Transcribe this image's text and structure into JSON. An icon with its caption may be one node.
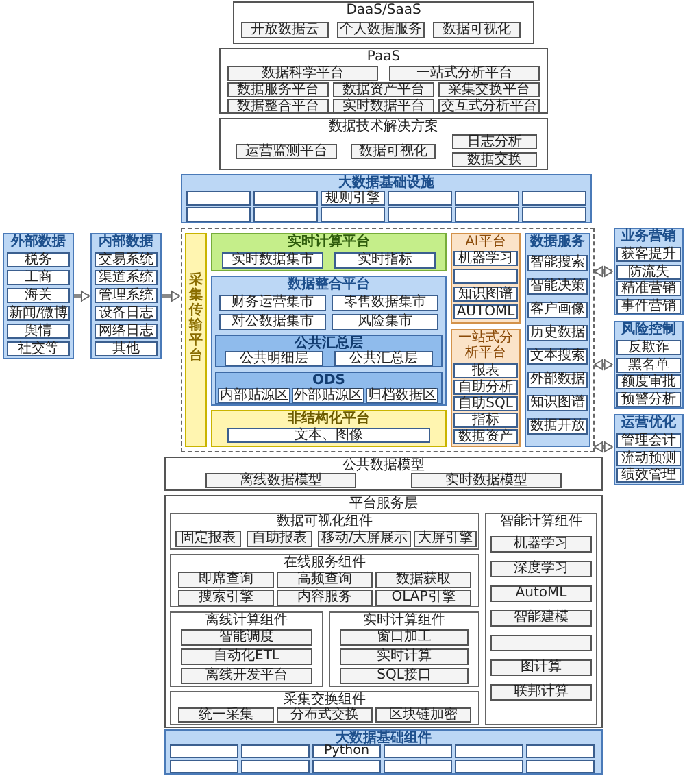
{
  "diagram": {
    "nodes": [
      {
        "text": [
          "DaaS/SaaS"
        ]
      },
      {
        "text": [
          "开放数据云"
        ],
        "in": 0
      },
      {
        "text": [
          "个人数据服务"
        ],
        "in": 0
      },
      {
        "text": [
          "数据可视化"
        ],
        "in": 0
      },
      {
        "text": [
          "PaaS"
        ]
      },
      {
        "text": [
          "数据科学平台"
        ],
        "in": 4
      },
      {
        "text": [
          "一站式分析平台"
        ],
        "in": 4
      },
      {
        "text": [
          "数据服务平台"
        ],
        "in": 4
      },
      {
        "text": [
          "数据资产平台"
        ],
        "in": 4
      },
      {
        "text": [
          "采集交换平台"
        ],
        "in": 4
      },
      {
        "text": [
          "数据整合平台"
        ],
        "in": 4
      },
      {
        "text": [
          "实时数据平台"
        ],
        "in": 4
      },
      {
        "text": [
          "交互式分析平台"
        ],
        "in": 4
      },
      {
        "text": [
          "数据技术解决方案"
        ]
      },
      {
        "text": [
          "日志分析"
        ],
        "in": 13
      },
      {
        "text": [
          "运营监测平台"
        ],
        "in": 13
      },
      {
        "text": [
          "数据可视化"
        ],
        "in": 13
      },
      {
        "text": [
          "数据交换"
        ],
        "in": 13
      },
      {
        "text": [
          "大数据基础设施"
        ]
      },
      {
        "text": [],
        "shape": "box",
        "in": 18
      },
      {
        "text": [],
        "shape": "box",
        "in": 18
      },
      {
        "text": [
          "规则引擎"
        ],
        "in": 18
      },
      {
        "text": [],
        "shape": "box",
        "in": 18
      },
      {
        "text": [],
        "shape": "box",
        "in": 18
      },
      {
        "text": [],
        "shape": "box",
        "in": 18
      },
      {
        "text": [],
        "shape": "box",
        "in": 18
      },
      {
        "text": [],
        "shape": "box",
        "in": 18
      },
      {
        "text": [],
        "shape": "box",
        "in": 18
      },
      {
        "text": [],
        "shape": "box",
        "in": 18
      },
      {
        "text": [],
        "shape": "box",
        "in": 18
      },
      {
        "text": [],
        "shape": "box",
        "in": 18
      },
      {
        "text": [
          "外部数据"
        ]
      },
      {
        "text": [
          "税务"
        ],
        "in": 31
      },
      {
        "text": [
          "工商"
        ],
        "in": 31
      },
      {
        "text": [
          "海关"
        ],
        "in": 31
      },
      {
        "text": [
          "新闻/微博"
        ],
        "in": 31
      },
      {
        "text": [
          "舆情"
        ],
        "in": 31
      },
      {
        "text": [
          "社交等"
        ],
        "in": 31
      },
      {
        "text": [
          "内部数据"
        ]
      },
      {
        "text": [
          "交易系统"
        ],
        "in": 38
      },
      {
        "text": [
          "渠道系统"
        ],
        "in": 38
      },
      {
        "text": [
          "管理系统"
        ],
        "in": 38
      },
      {
        "text": [
          "设备日志"
        ],
        "in": 38
      },
      {
        "text": [
          "网络日志"
        ],
        "in": 38
      },
      {
        "text": [
          "其他"
        ],
        "in": 38
      },
      {
        "text": [],
        "shape": "box"
      },
      {
        "text": [
          "采集传输平台"
        ],
        "in": 45
      },
      {
        "text": [
          "实时计算平台"
        ],
        "in": 45
      },
      {
        "text": [
          "实时数据集市"
        ],
        "in": 47
      },
      {
        "text": [
          "实时指标"
        ],
        "in": 47
      },
      {
        "text": [
          "数据整合平台"
        ],
        "in": 45
      },
      {
        "text": [
          "财务运营集市"
        ],
        "in": 50
      },
      {
        "text": [
          "零售数据集市"
        ],
        "in": 50
      },
      {
        "text": [
          "对公数据集市"
        ],
        "in": 50
      },
      {
        "text": [
          "风险集市"
        ],
        "in": 50
      },
      {
        "text": [
          "公共汇总层"
        ],
        "in": 50
      },
      {
        "text": [
          "公共明细层"
        ],
        "in": 55
      },
      {
        "text": [
          "公共汇总层"
        ],
        "in": 55
      },
      {
        "text": [
          "ODS"
        ],
        "in": 50
      },
      {
        "text": [
          "内部贴源区"
        ],
        "in": 58
      },
      {
        "text": [
          "外部贴源区"
        ],
        "in": 58
      },
      {
        "text": [
          "归档数据区"
        ],
        "in": 58
      },
      {
        "text": [
          "非结构化平台"
        ],
        "in": 45
      },
      {
        "text": [
          "文本、图像"
        ],
        "in": 62
      },
      {
        "text": [
          "AI平台"
        ],
        "in": 45
      },
      {
        "text": [
          "机器学习"
        ],
        "in": 64
      },
      {
        "text": [],
        "shape": "box",
        "in": 64
      },
      {
        "text": [
          "知识图谱"
        ],
        "in": 64
      },
      {
        "text": [
          "AUTOML"
        ],
        "in": 64
      },
      {
        "text": [
          "一站式分析平台"
        ],
        "in": 45
      },
      {
        "text": [
          "报表"
        ],
        "in": 69
      },
      {
        "text": [
          "自助分析"
        ],
        "in": 69
      },
      {
        "text": [
          "自助SQL"
        ],
        "in": 69
      },
      {
        "text": [
          "指标"
        ],
        "in": 69
      },
      {
        "text": [
          "数据资产"
        ],
        "in": 69
      },
      {
        "text": [
          "数据服务"
        ],
        "in": 45
      },
      {
        "text": [
          "智能搜索"
        ],
        "in": 75
      },
      {
        "text": [
          "智能决策"
        ],
        "in": 75
      },
      {
        "text": [
          "客户画像"
        ],
        "in": 75
      },
      {
        "text": [
          "历史数据"
        ],
        "in": 75
      },
      {
        "text": [
          "文本搜索"
        ],
        "in": 75
      },
      {
        "text": [
          "外部数据"
        ],
        "in": 75
      },
      {
        "text": [
          "知识图谱"
        ],
        "in": 75
      },
      {
        "text": [
          "数据开放"
        ],
        "in": 75
      },
      {
        "text": [
          "业务营销"
        ]
      },
      {
        "text": [
          "获客提升"
        ],
        "in": 84
      },
      {
        "text": [
          "防流失"
        ],
        "in": 84
      },
      {
        "text": [
          "精准营销"
        ],
        "in": 84
      },
      {
        "text": [
          "事件营销"
        ],
        "in": 84
      },
      {
        "text": [
          "风险控制"
        ]
      },
      {
        "text": [
          "反欺诈"
        ],
        "in": 89
      },
      {
        "text": [
          "黑名单"
        ],
        "in": 89
      },
      {
        "text": [
          "额度审批"
        ],
        "in": 89
      },
      {
        "text": [
          "预警分析"
        ],
        "in": 89
      },
      {
        "text": [
          "运营优化"
        ]
      },
      {
        "text": [
          "管理会计"
        ],
        "in": 94
      },
      {
        "text": [
          "流动预测"
        ],
        "in": 94
      },
      {
        "text": [
          "绩效管理"
        ],
        "in": 94
      },
      {
        "text": [
          "公共数据模型"
        ]
      },
      {
        "text": [
          "离线数据模型"
        ],
        "in": 98
      },
      {
        "text": [
          "实时数据模型"
        ],
        "in": 98
      },
      {
        "text": [
          "平台服务层"
        ]
      },
      {
        "text": [
          "数据可视化组件"
        ],
        "in": 101
      },
      {
        "text": [
          "固定报表"
        ],
        "in": 102
      },
      {
        "text": [
          "自助报表"
        ],
        "in": 102
      },
      {
        "text": [
          "移动/大屏展示"
        ],
        "in": 102
      },
      {
        "text": [
          "大屏引擎"
        ],
        "in": 102
      },
      {
        "text": [
          "在线服务组件"
        ],
        "in": 101
      },
      {
        "text": [
          "即席查询"
        ],
        "in": 107
      },
      {
        "text": [
          "高频查询"
        ],
        "in": 107
      },
      {
        "text": [
          "数据获取"
        ],
        "in": 107
      },
      {
        "text": [
          "搜索引擎"
        ],
        "in": 107
      },
      {
        "text": [
          "内容服务"
        ],
        "in": 107
      },
      {
        "text": [
          "OLAP引擎"
        ],
        "in": 107
      },
      {
        "text": [
          "离线计算组件"
        ],
        "in": 101
      },
      {
        "text": [
          "智能调度"
        ],
        "in": 114
      },
      {
        "text": [
          "自动化ETL"
        ],
        "in": 114
      },
      {
        "text": [
          "离线开发平台"
        ],
        "in": 114
      },
      {
        "text": [
          "实时计算组件"
        ],
        "in": 101
      },
      {
        "text": [
          "窗口加工"
        ],
        "in": 118
      },
      {
        "text": [
          "实时计算"
        ],
        "in": 118
      },
      {
        "text": [
          "SQL接口"
        ],
        "in": 118
      },
      {
        "text": [
          "采集交换组件"
        ],
        "in": 101
      },
      {
        "text": [
          "统一采集"
        ],
        "in": 122
      },
      {
        "text": [
          "分布式交换"
        ],
        "in": 122
      },
      {
        "text": [
          "区块链加密"
        ],
        "in": 122
      },
      {
        "text": [
          "智能计算组件"
        ],
        "in": 101
      },
      {
        "text": [
          "机器学习"
        ],
        "in": 126
      },
      {
        "text": [
          "深度学习"
        ],
        "in": 126
      },
      {
        "text": [
          "AutoML"
        ],
        "in": 126
      },
      {
        "text": [
          "智能建模"
        ],
        "in": 126
      },
      {
        "text": [],
        "shape": "box",
        "in": 126
      },
      {
        "text": [
          "图计算"
        ],
        "in": 126
      },
      {
        "text": [
          "联邦计算"
        ],
        "in": 126
      },
      {
        "text": [
          "大数据基础组件"
        ]
      },
      {
        "text": [],
        "shape": "box",
        "in": 134
      },
      {
        "text": [],
        "shape": "box",
        "in": 134
      },
      {
        "text": [
          "Python"
        ],
        "in": 134
      },
      {
        "text": [],
        "shape": "box",
        "in": 134
      },
      {
        "text": [],
        "shape": "box",
        "in": 134
      },
      {
        "text": [],
        "shape": "box",
        "in": 134
      },
      {
        "text": [],
        "shape": "box",
        "in": 134
      },
      {
        "text": [],
        "shape": "box",
        "in": 134
      },
      {
        "text": [],
        "shape": "box",
        "in": 134
      },
      {
        "text": [],
        "shape": "box",
        "in": 134
      },
      {
        "text": [],
        "shape": "box",
        "in": 134
      },
      {
        "text": [],
        "shape": "box",
        "in": 134
      }
    ],
    "edges": [
      {
        "from": 31,
        "to": 38,
        "arrow": "to"
      },
      {
        "from": 38,
        "to": 45,
        "arrow": "to"
      },
      {
        "from": 45,
        "to": 84,
        "arrow": "both"
      },
      {
        "from": 45,
        "to": 89,
        "arrow": "both"
      },
      {
        "from": 45,
        "to": 94,
        "arrow": "both"
      }
    ]
  }
}
